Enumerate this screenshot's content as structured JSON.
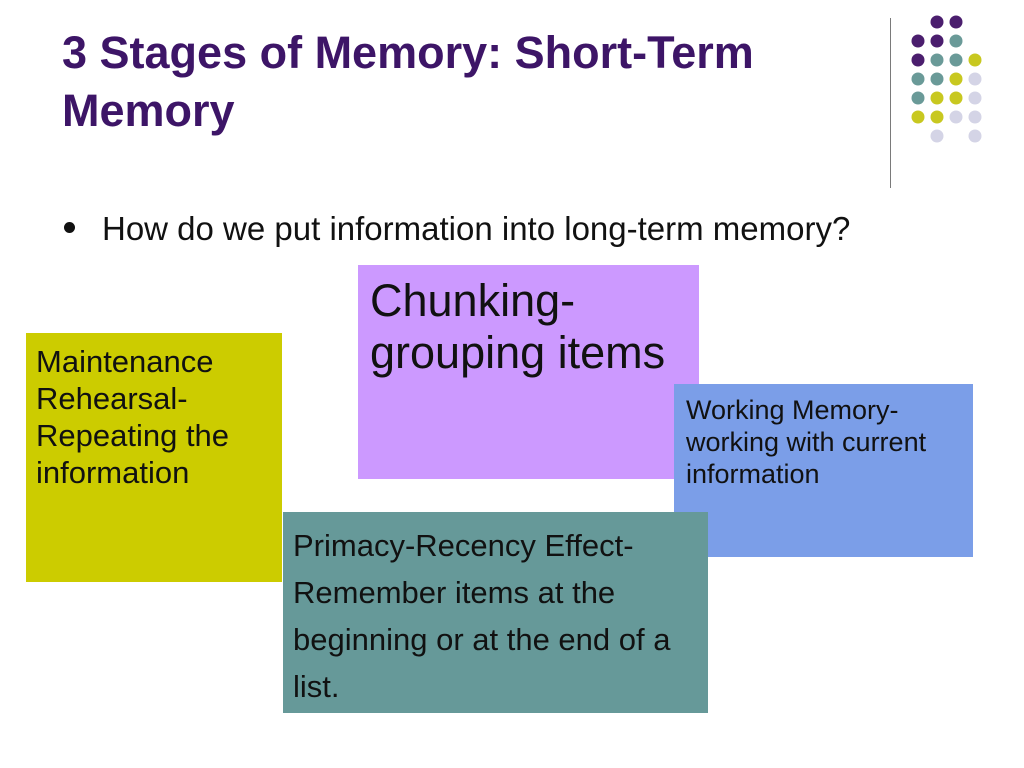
{
  "slide": {
    "title": "3 Stages of Memory: Short-Term Memory",
    "bullet": "How do we put information into long-term memory?"
  },
  "boxes": {
    "maintenance": "Maintenance Rehearsal- Repeating the information",
    "chunking": "Chunking- grouping items",
    "working": "Working Memory- working with current information",
    "primacy": "Primacy-Recency Effect-Remember items at the beginning or at the end of a list."
  },
  "colors": {
    "title": "#3d1567",
    "maintenance": "#cccc00",
    "chunking": "#cc99ff",
    "working": "#7b9ee8",
    "primacy": "#669999",
    "dot_purple": "#4b1e6e",
    "dot_teal": "#6a9a98",
    "dot_yellow": "#c8c820",
    "dot_lavender": "#d4d4e6"
  },
  "decor": {
    "dot_grid": [
      [
        "",
        "purple",
        "purple",
        ""
      ],
      [
        "purple",
        "purple",
        "teal",
        ""
      ],
      [
        "purple",
        "teal",
        "teal",
        "yellow"
      ],
      [
        "teal",
        "teal",
        "yellow",
        "lavender"
      ],
      [
        "teal",
        "yellow",
        "yellow",
        "lavender"
      ],
      [
        "yellow",
        "yellow",
        "lavender",
        "lavender"
      ],
      [
        "",
        "lavender",
        "",
        "lavender"
      ]
    ]
  }
}
